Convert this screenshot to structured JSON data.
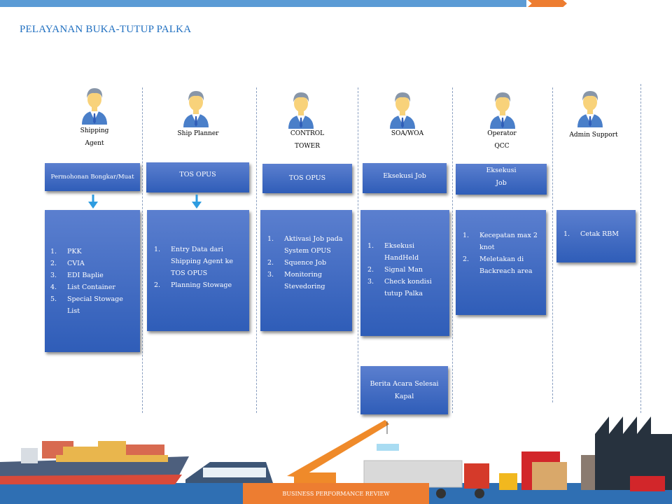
{
  "title": "PELAYANAN BUKA-TUTUP PALKA",
  "roles": [
    {
      "label": "Shipping\nAgent",
      "header": "Permohonan Bongkar/Muat",
      "items": [
        "PKK",
        "CVIA",
        "EDI Baplie",
        "List Container",
        "Special Stowage List"
      ]
    },
    {
      "label": "Ship Planner",
      "header": "TOS OPUS",
      "items": [
        "Entry Data dari Shipping Agent ke TOS OPUS",
        "Planning Stowage"
      ]
    },
    {
      "label": "CONTROL\nTOWER",
      "header": "TOS OPUS",
      "items": [
        "Aktivasi Job pada System OPUS",
        "Squence Job",
        "Monitoring Stevedoring"
      ]
    },
    {
      "label": "SOA/WOA",
      "header": "Eksekusi Job",
      "items": [
        "Eksekusi HandHeld",
        "Signal Man",
        "Check kondisi tutup Palka"
      ]
    },
    {
      "label": "Operator\nQCC",
      "header": "Eksekusi\nJob",
      "items": [
        "Kecepatan max 2 knot",
        "Meletakan di Backreach area"
      ]
    },
    {
      "label": "Admin Support",
      "items": [
        "Cetak RBM"
      ]
    }
  ],
  "final_box": "Berita Acara Selesai\nKapal",
  "footer_banner": "BUSINESS PERFORMANCE REVIEW",
  "colors": {
    "accent_blue": "#5b9bd5",
    "accent_orange": "#ed7d31",
    "box_blue": "#3a66c0",
    "title_blue": "#1f6fc0"
  }
}
